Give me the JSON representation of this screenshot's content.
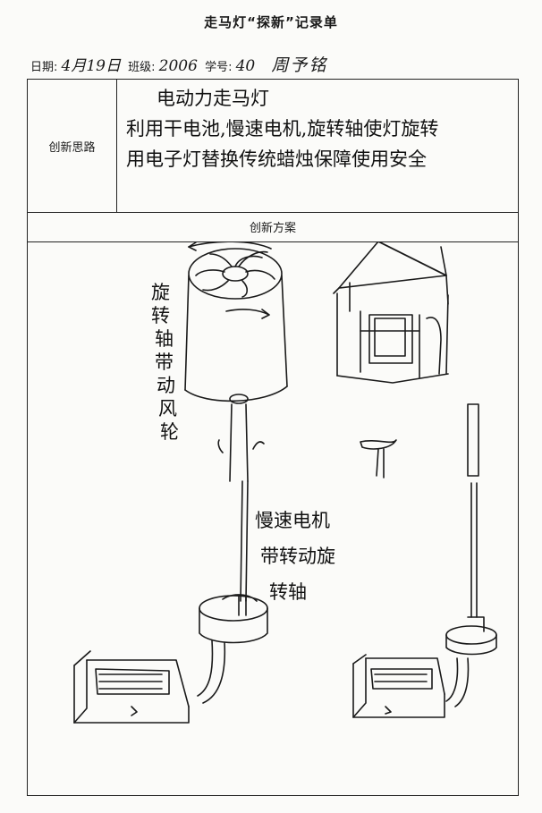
{
  "header": {
    "title": "走马灯“探新”记录单",
    "date_label": "日期:",
    "date_value": "4月19日",
    "class_label": "班级:",
    "class_value": "2006",
    "number_label": "学号:",
    "number_value": "40",
    "name_value": "周予铭"
  },
  "ideas": {
    "label": "创新思路",
    "lines": [
      "电动力走马灯",
      "利用干电池,慢速电机,旋转轴使灯旋转",
      "用电子灯替换传统蜡烛保障使用安全"
    ]
  },
  "plan": {
    "label": "创新方案",
    "annotation_left": [
      "旋",
      "转",
      "轴",
      "带",
      "动",
      "风",
      "轮"
    ],
    "annotation_right": [
      "慢速电机",
      "带转动旋",
      "转轴"
    ]
  }
}
